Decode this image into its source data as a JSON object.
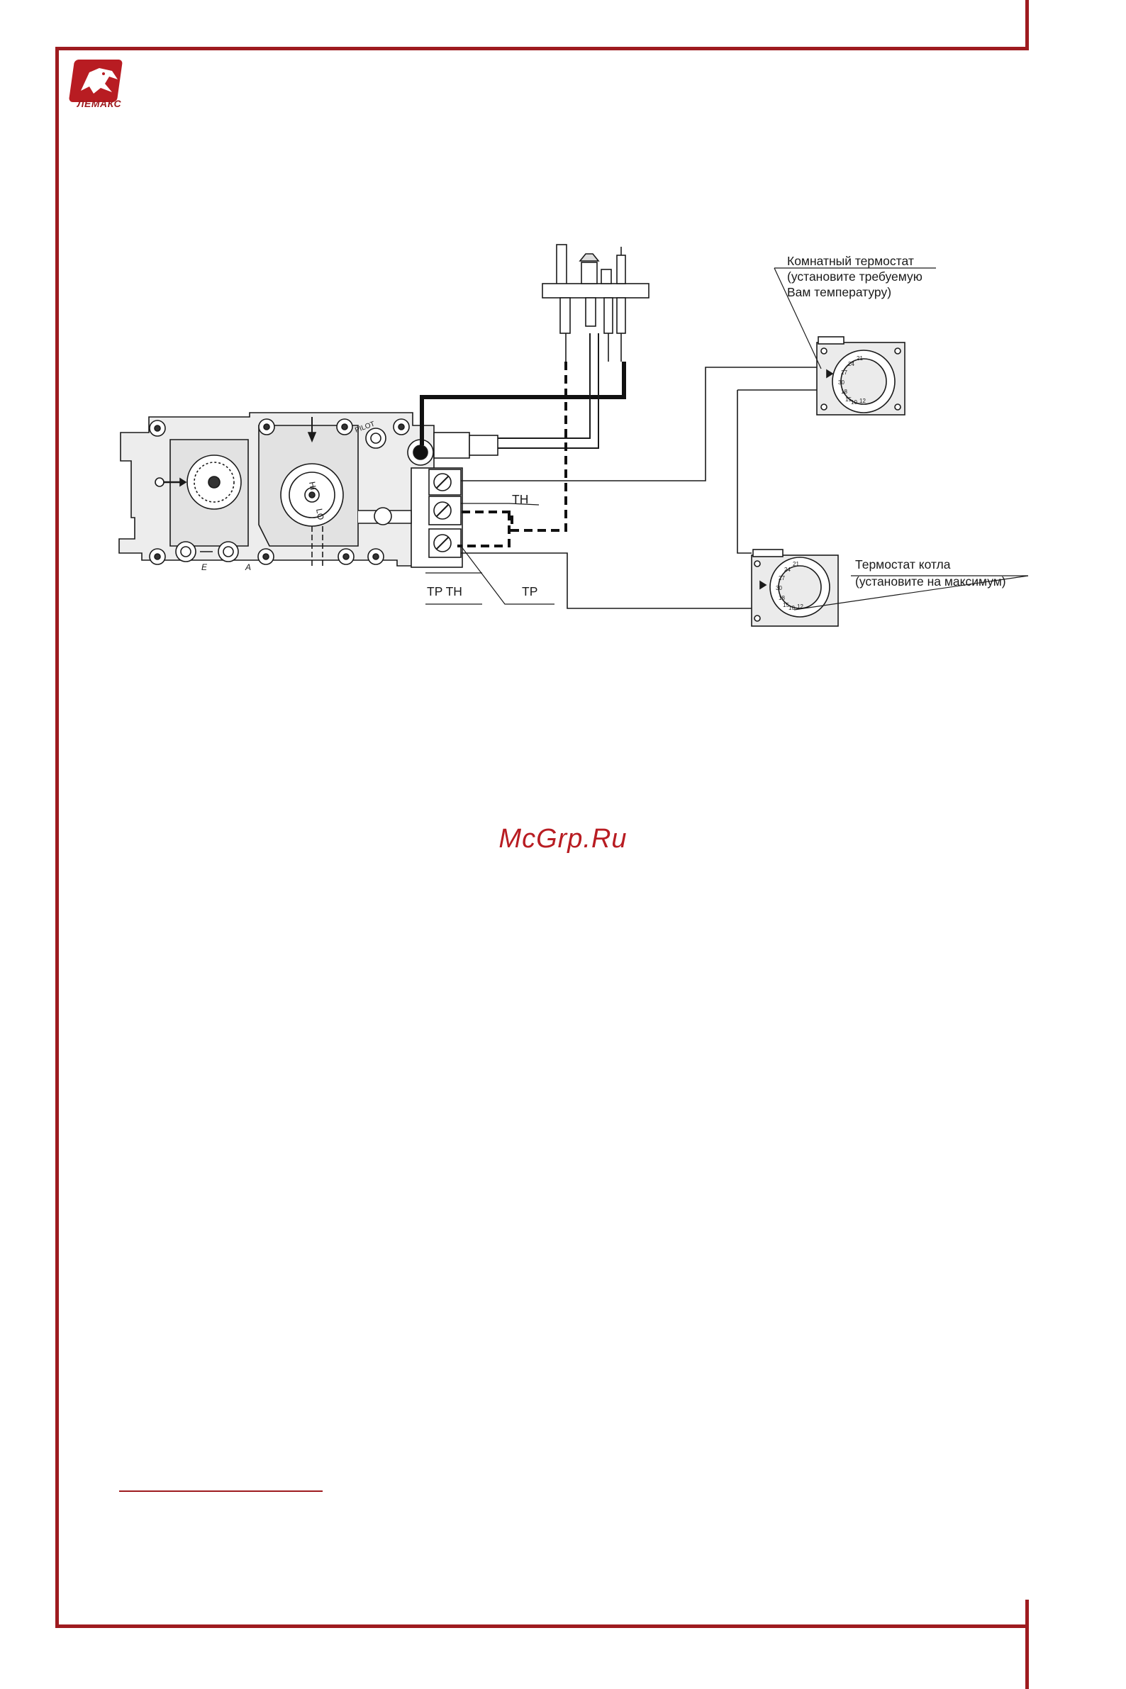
{
  "logo": {
    "text": "ЛЕМАКС"
  },
  "labels": {
    "room_thermostat": [
      "Комнатный термостат",
      "(установите требуемую",
      "Вам температуру)"
    ],
    "boiler_thermostat": [
      "Термостат котла",
      "(установите на максимум)"
    ],
    "th": "TH",
    "tp_th": "TP TH",
    "tp": "TP"
  },
  "valve_marks": {
    "hi": "HI",
    "lo": "LO",
    "pilot": "PILOT",
    "e": "E",
    "a": "A"
  },
  "thermostat_dial": [
    "21",
    "24",
    "27",
    "30",
    "18",
    "15",
    "12",
    "10"
  ],
  "watermark": "McGrp.Ru",
  "colors": {
    "frame": "#9e1b1f",
    "watermark": "#b81c22",
    "line": "#1a1a1a"
  }
}
